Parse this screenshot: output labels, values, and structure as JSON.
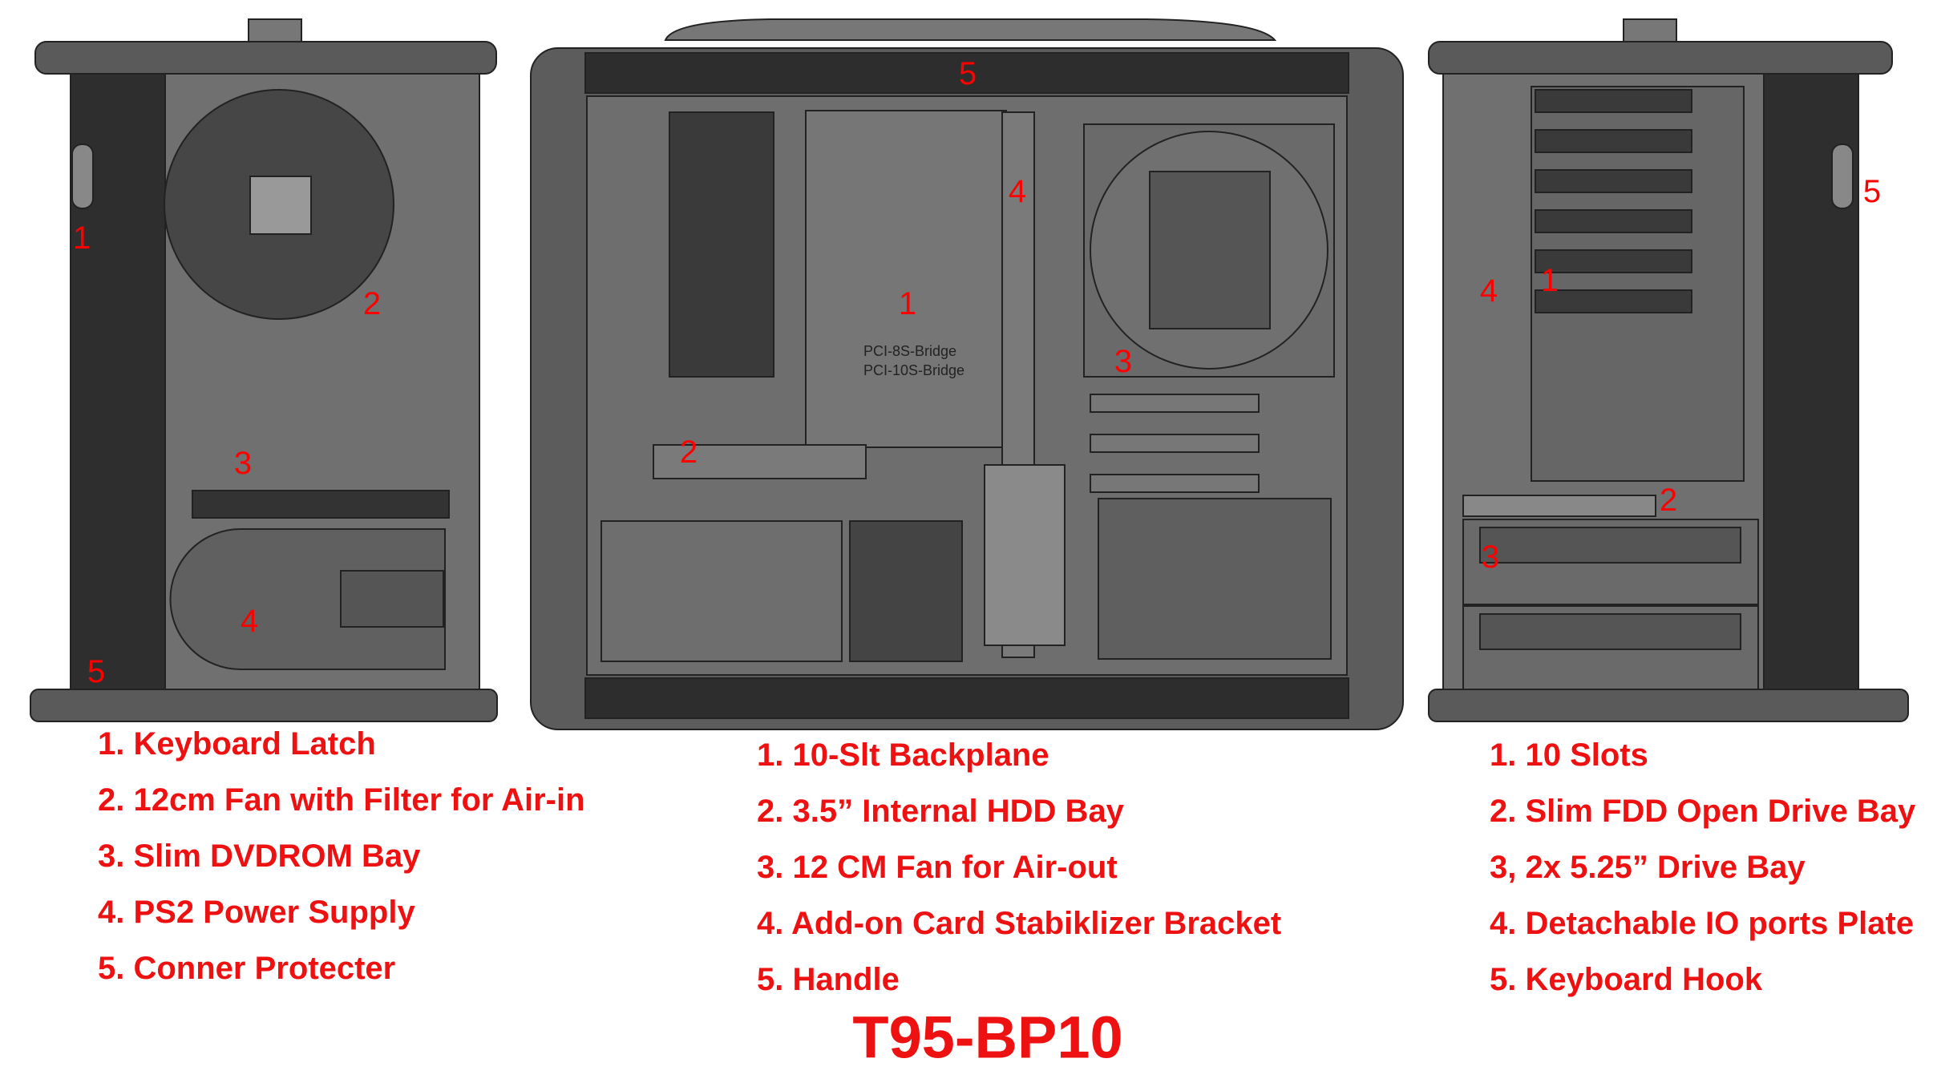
{
  "left_view": {
    "callouts": [
      "1",
      "2",
      "3",
      "4",
      "5"
    ],
    "legend": [
      "1. Keyboard Latch",
      "2. 12cm Fan with Filter for Air-in",
      "3. Slim DVDROM Bay",
      "4. PS2 Power Supply",
      "5. Conner Protecter"
    ]
  },
  "center_view": {
    "callouts": [
      "1",
      "2",
      "3",
      "4",
      "5"
    ],
    "board_labels": [
      "PCI-8S-Bridge",
      "PCI-10S-Bridge"
    ],
    "legend": [
      "1. 10-Slt Backplane",
      "2. 3.5” Internal HDD Bay",
      "3. 12 CM Fan for Air-out",
      "4. Add-on Card Stabiklizer Bracket",
      "5. Handle"
    ]
  },
  "right_view": {
    "callouts": [
      "1",
      "2",
      "3",
      "4",
      "5"
    ],
    "legend": [
      "1. 10 Slots",
      "2. Slim FDD Open Drive Bay",
      "3, 2x 5.25” Drive Bay",
      "4. Detachable IO ports Plate",
      "5. Keyboard Hook"
    ]
  },
  "model_title": "T95-BP10",
  "colors": {
    "label_red": "#ee1111",
    "body_gray": "#6e6e6e",
    "frame_dark": "#3c3c3c"
  }
}
